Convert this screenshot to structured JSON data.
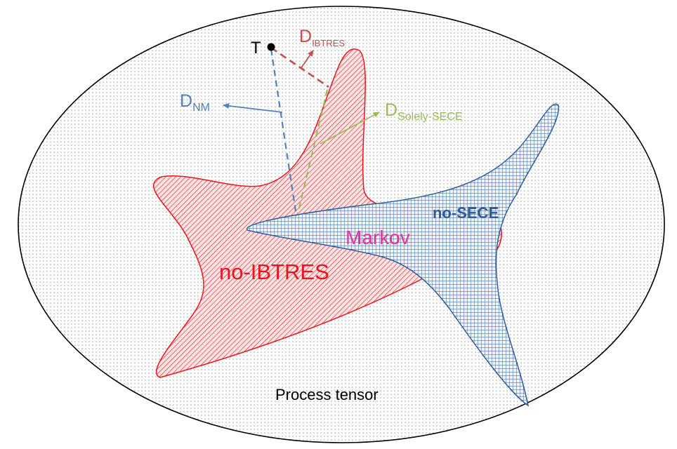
{
  "labels": {
    "container": "Process tensor",
    "no_ibtres": "no-IBTRES",
    "no_sece": "no-SECE",
    "markov": "Markov",
    "point": "T",
    "d_nm": {
      "main": "D",
      "sub": "NM"
    },
    "d_ibtres": {
      "main": "D",
      "sub": "IBTRES"
    },
    "d_solely_sece": {
      "main": "D",
      "sub": "Solely-SECE"
    }
  },
  "colors": {
    "container_edge": "#000000",
    "container_dots": "#9a9a9a",
    "no_ibtres": "#e8161c",
    "no_sece": "#2e5d9c",
    "markov": "#e0359c",
    "d_nm": "#4f81bd",
    "d_ibtres": "#c0504d",
    "d_solely_sece": "#9bbb59"
  }
}
